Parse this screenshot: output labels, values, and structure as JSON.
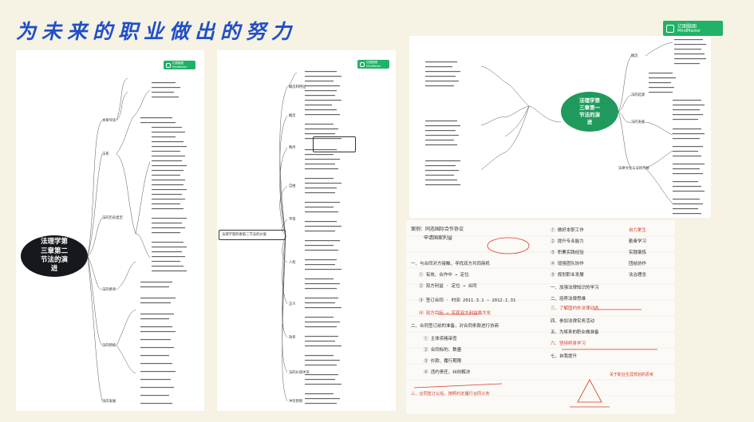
{
  "page_title": "为未来的职业做出的努力",
  "logo": {
    "cn": "亿图脑图",
    "en": "MindMaster"
  },
  "panel1": {
    "root": "法理学第\n三章第二\n节法的演\n进",
    "branches": [
      "本章导读",
      "法系",
      "法的历史类型",
      "法的继承",
      "法的移植",
      "法的发展"
    ]
  },
  "panel2": {
    "root": "法理学第四章第二节法的价值",
    "branches": [
      "概念和特征",
      "概念",
      "秩序",
      "自由",
      "平等",
      "人权",
      "正义",
      "效率",
      "法的价值冲突",
      "冲突原则"
    ]
  },
  "panel3": {
    "root": "法理学第\n三章第一\n节法的演\n进",
    "branches": [
      "概念",
      "法的起源",
      "法的发展",
      "法律文化与法的传统"
    ]
  },
  "notes_left": {
    "lines": [
      "案例：同态国际合作协议",
      "申请国家利益",
      "一、与合同对方接触，寻找双方共同商机",
      "① 有效、合作中 → 定位",
      "② 双方利益 · 定位 → 合同",
      "③ 签订合同 · 时间 2011.3.1 — 2012.1.31",
      "⑷ 双方目标 → 实现双方利益最大化",
      "二、合同签订前的准备，对合同条款进行协商",
      "① 主体资格审查",
      "② 合同标的、数量",
      "③ 价款、履行期限",
      "④ 违约责任、纠纷解决",
      "三、合同签订以后，按照约定履行合同义务"
    ]
  },
  "notes_right": {
    "lines": [
      "① 做好本职工作",
      "② 提升专业能力",
      "③ 积累实践经验",
      "④ 增强团队协作",
      "⑤ 规划职业发展",
      "一、加强法律知识的学习",
      "二、培养法律思维",
      "三、了解国内外法律动态",
      "四、参加法律实务活动",
      "五、为将来的职业做准备",
      "六、坚持终身学习",
      "七、自我提升"
    ],
    "right_col": [
      "自力更生",
      "勤奋学习",
      "实践锻炼",
      "团结协作",
      "法治理念"
    ],
    "bottom": "关于职业生涯规划的思考"
  },
  "colors": {
    "accent": "#1f4fc8",
    "brand": "#20b266",
    "bubble": "#15181c",
    "ink": "#2c2c2c",
    "red": "#d83a2a"
  }
}
